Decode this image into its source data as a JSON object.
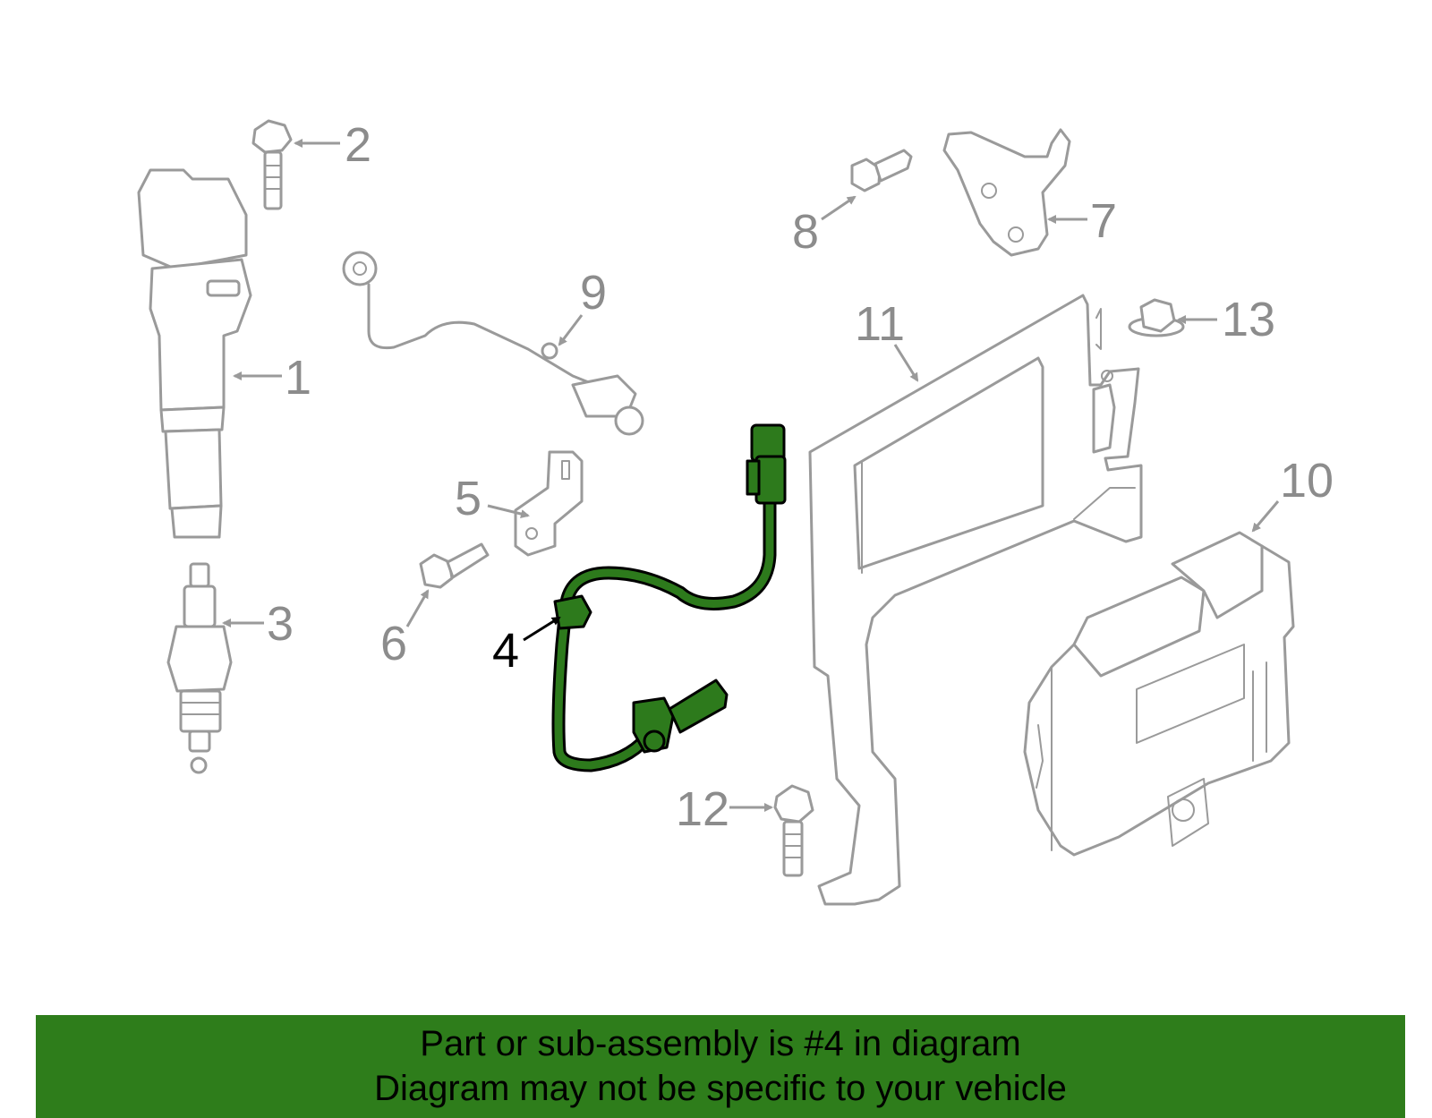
{
  "colors": {
    "banner_background": "#2e7d1b",
    "highlight_part": "#2d7a1c",
    "part_outline": "#9a9a9a"
  },
  "callouts": [
    "1",
    "2",
    "3",
    "4",
    "5",
    "6",
    "7",
    "8",
    "9",
    "10",
    "11",
    "12",
    "13"
  ],
  "highlighted_callout": "4",
  "banner": {
    "line1": "Part or sub-assembly is #4 in diagram",
    "line2": "Diagram may not be specific to your vehicle"
  }
}
